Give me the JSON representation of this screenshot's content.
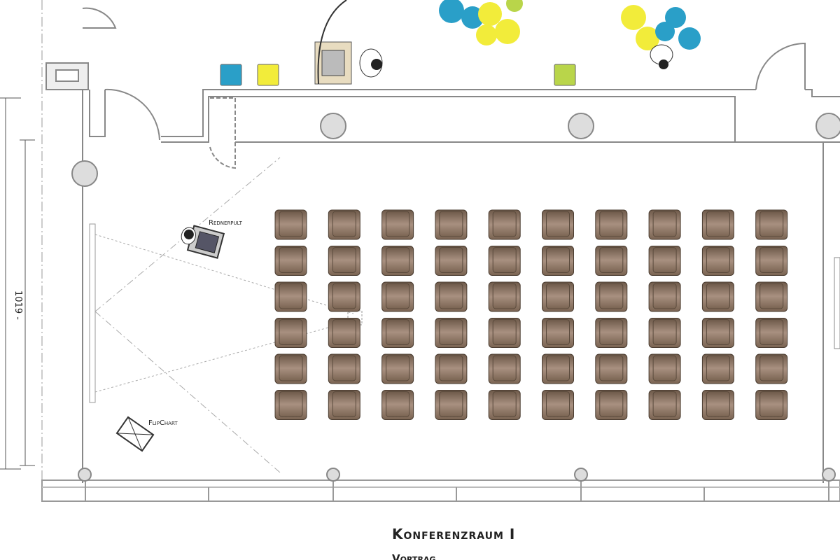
{
  "plan": {
    "room_title": "Konferenzraum I",
    "room_subtitle": "Vortrag",
    "lectern_label": "Rednerpult",
    "flipchart_label": "FlipChart",
    "dimension_label": "1019 -",
    "chair_rows": 6,
    "chair_columns": 10
  },
  "colors": {
    "chair": "#8a7360",
    "wall": "#888888",
    "pouf_blue": "#2a9fc8",
    "pouf_yellow": "#f2ec3a",
    "pouf_green": "#b9d54a"
  }
}
